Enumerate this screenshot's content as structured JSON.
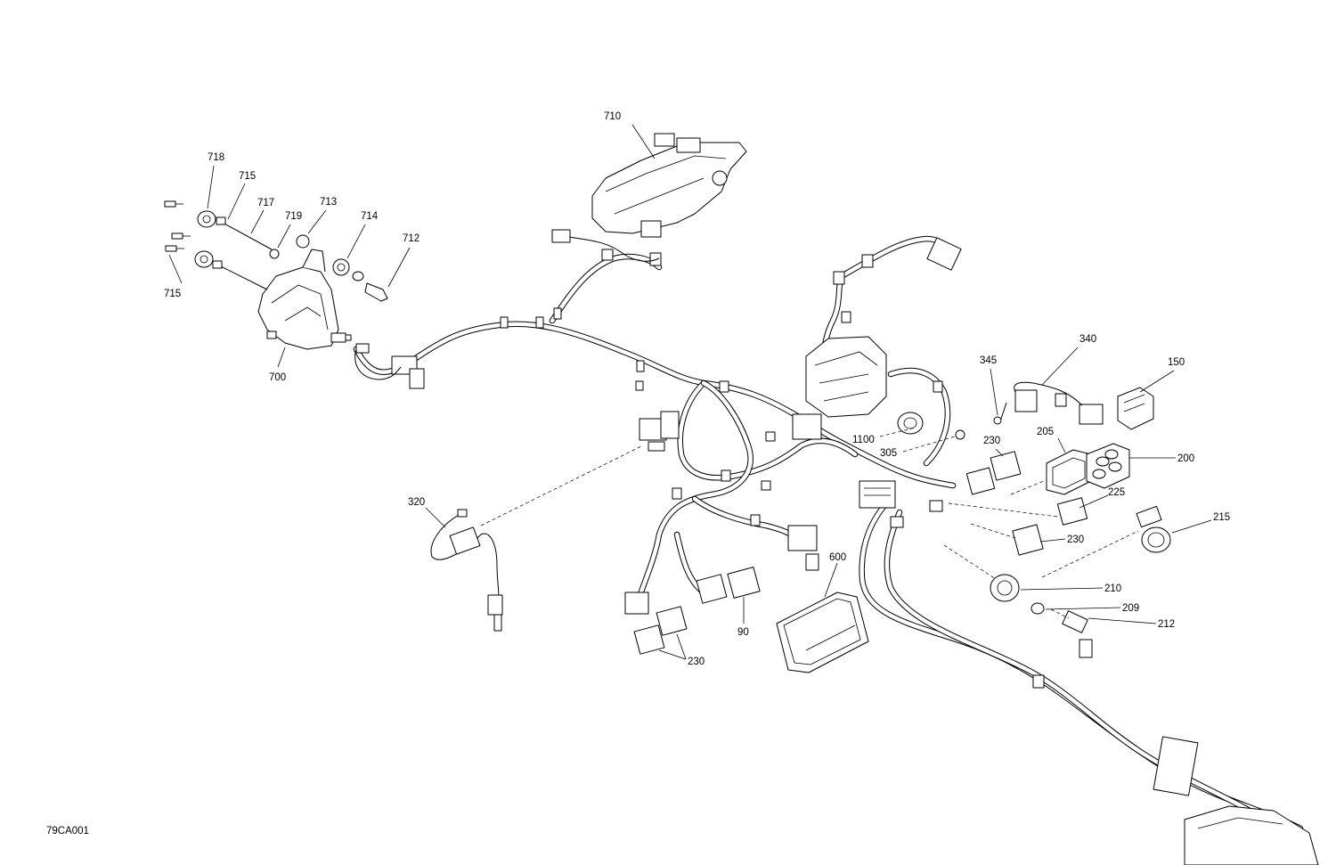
{
  "drawing_code": "79CA001",
  "callouts": [
    {
      "id": "710",
      "text": "710"
    },
    {
      "id": "718",
      "text": "718"
    },
    {
      "id": "715a",
      "text": "715"
    },
    {
      "id": "717",
      "text": "717"
    },
    {
      "id": "713",
      "text": "713"
    },
    {
      "id": "719",
      "text": "719"
    },
    {
      "id": "714",
      "text": "714"
    },
    {
      "id": "712",
      "text": "712"
    },
    {
      "id": "715b",
      "text": "715"
    },
    {
      "id": "700",
      "text": "700"
    },
    {
      "id": "340",
      "text": "340"
    },
    {
      "id": "345",
      "text": "345"
    },
    {
      "id": "150",
      "text": "150"
    },
    {
      "id": "1100",
      "text": "1100"
    },
    {
      "id": "305",
      "text": "305"
    },
    {
      "id": "230a",
      "text": "230"
    },
    {
      "id": "205",
      "text": "205"
    },
    {
      "id": "200",
      "text": "200"
    },
    {
      "id": "225",
      "text": "225"
    },
    {
      "id": "215",
      "text": "215"
    },
    {
      "id": "230b",
      "text": "230"
    },
    {
      "id": "320",
      "text": "320"
    },
    {
      "id": "600",
      "text": "600"
    },
    {
      "id": "210",
      "text": "210"
    },
    {
      "id": "209",
      "text": "209"
    },
    {
      "id": "212",
      "text": "212"
    },
    {
      "id": "90",
      "text": "90"
    },
    {
      "id": "230c",
      "text": "230"
    }
  ]
}
